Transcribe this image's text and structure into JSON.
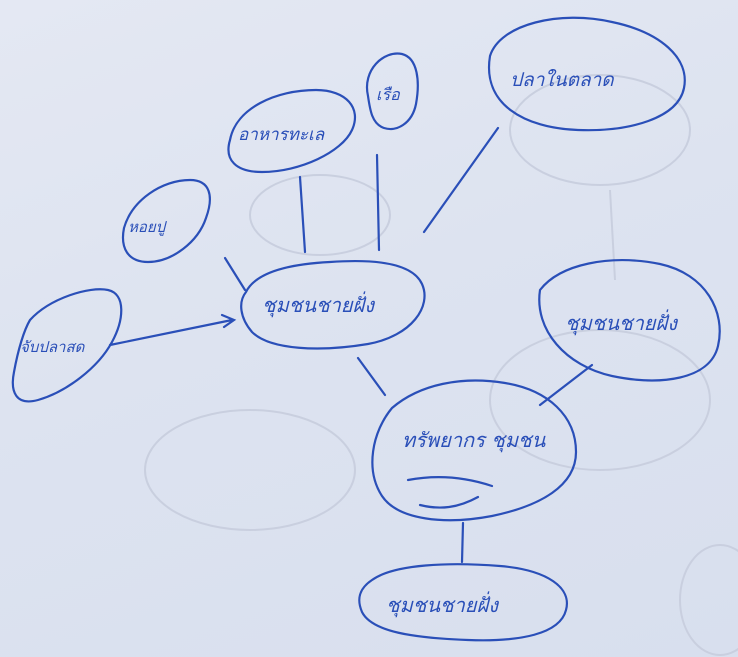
{
  "diagram": {
    "center": "ทรัพยากร ชุมชน",
    "nodes": {
      "top_hub": "ชุมชนชายฝั่ง",
      "right_hub": "ชุมชนชายฝั่ง",
      "bottom_hub": "ชุมชนชายฝั่ง",
      "fish_market": "ปลาในตลาด",
      "boat": "เรือ",
      "seafood": "อาหารทะเล",
      "shellfish": "หอยปู",
      "fishing": "จับปลาสด"
    }
  },
  "colors": {
    "ink": "#2a4fb8",
    "paper": "#dde3f0",
    "ghost": "#c9cfdf"
  }
}
